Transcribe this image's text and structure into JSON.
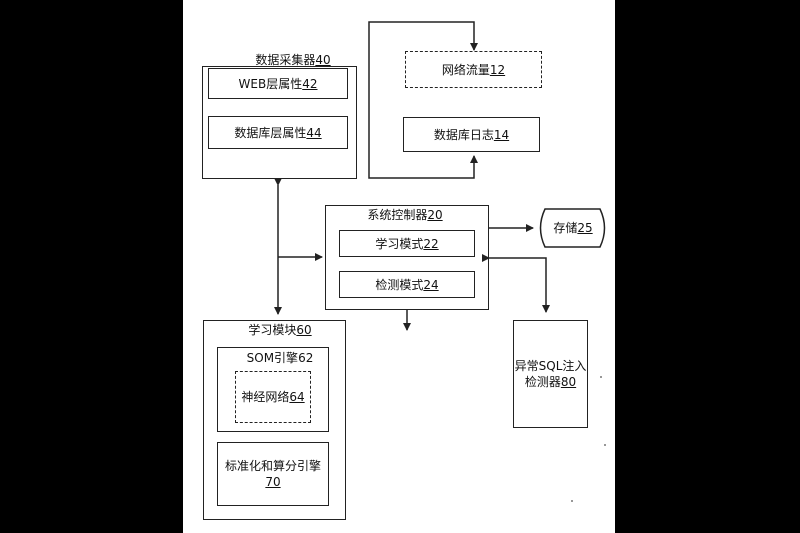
{
  "collector": {
    "name": "数据采集器",
    "num": "40"
  },
  "web_layer": {
    "name": "WEB层属性",
    "num": "42"
  },
  "db_layer": {
    "name": "数据库层属性",
    "num": "44"
  },
  "net_flow": {
    "name": "网络流量",
    "num": "12"
  },
  "db_log": {
    "name": "数据库日志",
    "num": "14"
  },
  "sys_ctrl": {
    "name": "系统控制器",
    "num": "20"
  },
  "learn_mode": {
    "name": "学习模式",
    "num": "22"
  },
  "detect_mode": {
    "name": "检测模式",
    "num": "24"
  },
  "storage": {
    "name": "存储",
    "num": "25"
  },
  "learn_module": {
    "name": "学习模块",
    "num": "60"
  },
  "som": {
    "name": "SOM引擎",
    "num": "62"
  },
  "neural": {
    "name": "神经网络",
    "num": "64"
  },
  "normalize": {
    "name": "标准化和算分引擎",
    "num": "70"
  },
  "anomaly": {
    "line1": "异常SQL注入",
    "line2": "检测器",
    "num": "80"
  }
}
